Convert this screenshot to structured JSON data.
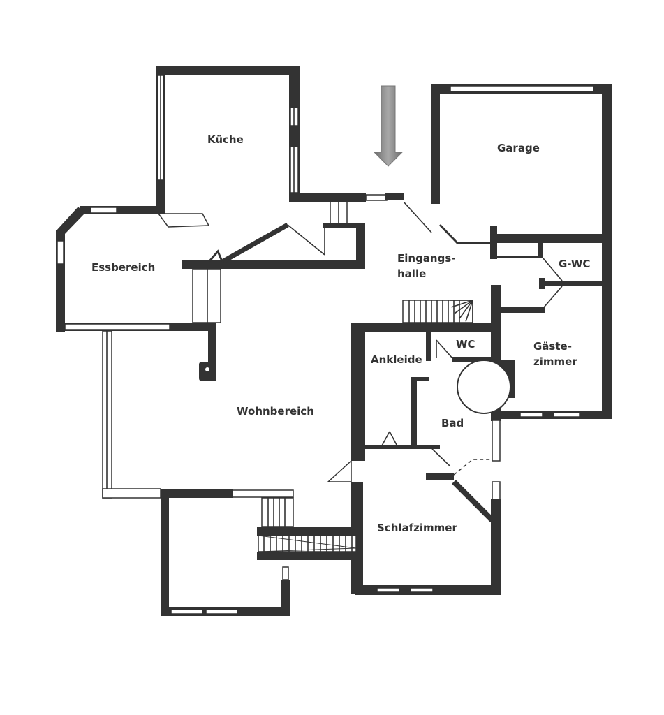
{
  "plan": {
    "rooms": {
      "kueche": "Küche",
      "garage": "Garage",
      "essbereich": "Essbereich",
      "eingangshalle_1": "Eingangs-",
      "eingangshalle_2": "halle",
      "gwc": "G-WC",
      "wc": "WC",
      "ankleide": "Ankleide",
      "gaestezimmer_1": "Gäste-",
      "gaestezimmer_2": "zimmer",
      "wohnbereich": "Wohnbereich",
      "bad": "Bad",
      "schlafzimmer": "Schlafzimmer"
    },
    "colors": {
      "wall": "#333333",
      "arrow": "#8a8a8a"
    },
    "entrance_icon": "down-arrow-icon"
  }
}
